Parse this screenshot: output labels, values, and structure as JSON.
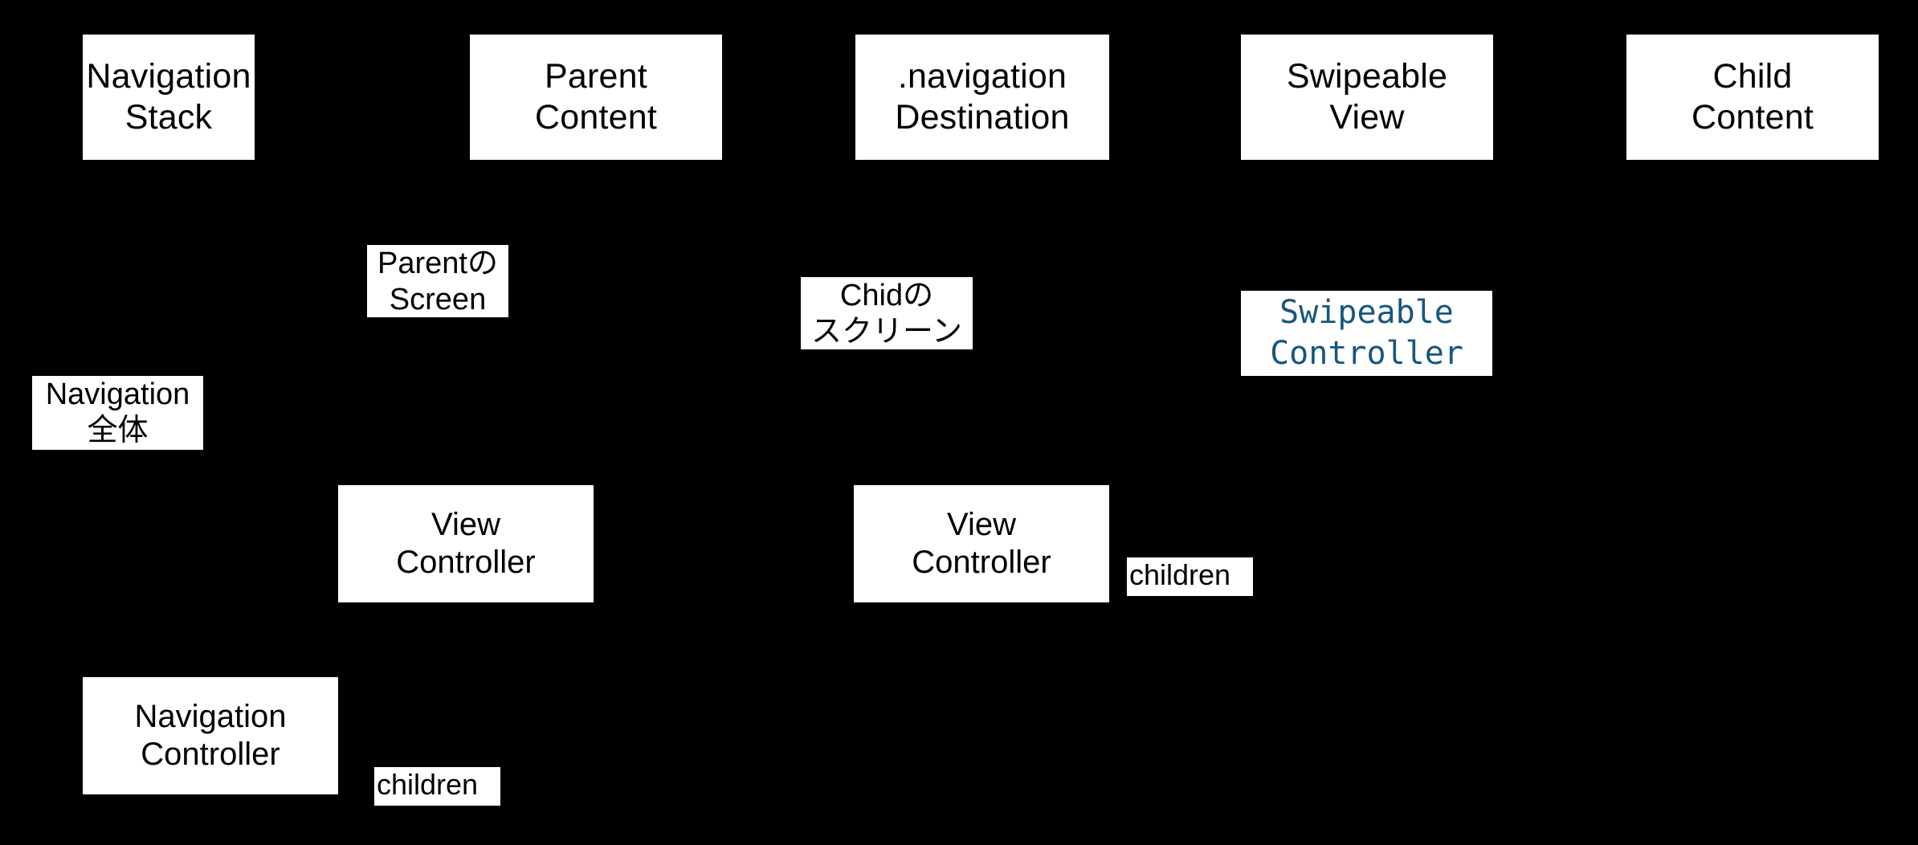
{
  "diagram": {
    "type": "sequence-architecture-diagram",
    "background_color": "#000000",
    "node_fill_color": "#ffffff",
    "node_text_color": "#000000",
    "accent_code_color": "#17577d",
    "title": "",
    "lifelines": [
      {
        "id": "navigation-stack",
        "label": "Navigation\nStack"
      },
      {
        "id": "parent-content",
        "label": "Parent\nContent"
      },
      {
        "id": "navigation-destination",
        "label": ".navigation\nDestination"
      },
      {
        "id": "swipeable-view",
        "label": "Swipeable\nView"
      },
      {
        "id": "child-content",
        "label": "Child\nContent"
      }
    ],
    "objects": [
      {
        "id": "view-controller-parent",
        "label": "View\nController"
      },
      {
        "id": "view-controller-child",
        "label": "View\nController"
      },
      {
        "id": "navigation-controller",
        "label": "Navigation\nController"
      }
    ],
    "annotations": [
      {
        "id": "navigation-whole",
        "label": "Navigation\n全体"
      },
      {
        "id": "parent-screen",
        "label": "Parentの\nScreen"
      },
      {
        "id": "child-screen",
        "label": "Chidの\nスクリーン"
      },
      {
        "id": "swipeable-controller",
        "label": "Swipeable\nController",
        "style": "code",
        "color": "#17577d"
      },
      {
        "id": "children-child",
        "label": "children"
      },
      {
        "id": "children-navigation",
        "label": "children"
      }
    ]
  }
}
